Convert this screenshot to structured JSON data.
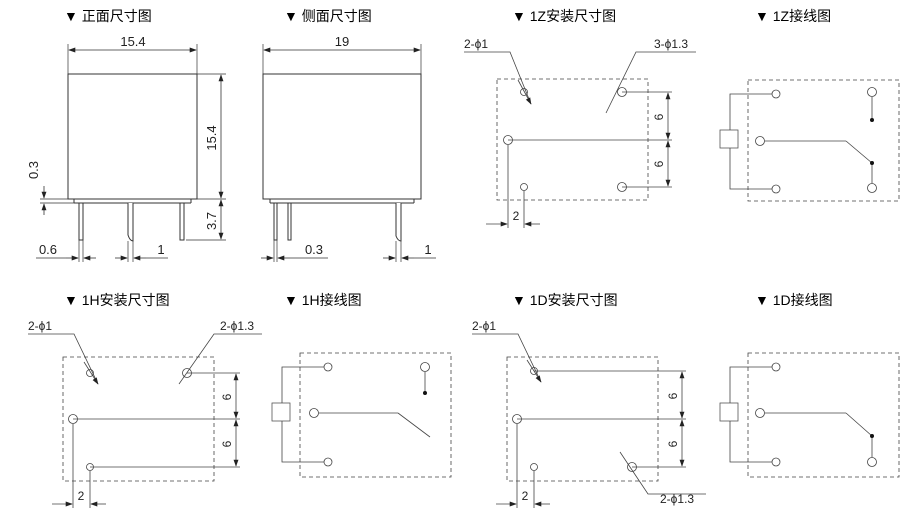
{
  "titles": {
    "front_view": "▼ 正面尺寸图",
    "side_view": "▼ 侧面尺寸图",
    "z_mount": "▼ 1Z安装尺寸图",
    "z_wiring": "▼ 1Z接线图",
    "h_mount": "▼ 1H安装尺寸图",
    "h_wiring": "▼ 1H接线图",
    "d_mount": "▼ 1D安装尺寸图",
    "d_wiring": "▼ 1D接线图"
  },
  "front": {
    "width": "15.4",
    "height": "15.4",
    "standoff": "0.3",
    "pin_length": "3.7",
    "pin_width_a": "0.6",
    "pin_width_b": "1"
  },
  "side": {
    "width": "19",
    "pin_width_a": "0.3",
    "pin_width_b": "1"
  },
  "z_mount": {
    "hole_small": "2-ϕ1",
    "hole_large": "3-ϕ1.3",
    "pitch_top": "6",
    "pitch_bottom": "6",
    "offset": "2"
  },
  "h_mount": {
    "hole_small": "2-ϕ1",
    "hole_large": "2-ϕ1.3",
    "pitch_top": "6",
    "pitch_bottom": "6",
    "offset": "2"
  },
  "d_mount": {
    "hole_small": "2-ϕ1",
    "hole_large": "2-ϕ1.3",
    "pitch_top": "6",
    "pitch_bottom": "6",
    "offset": "2"
  }
}
